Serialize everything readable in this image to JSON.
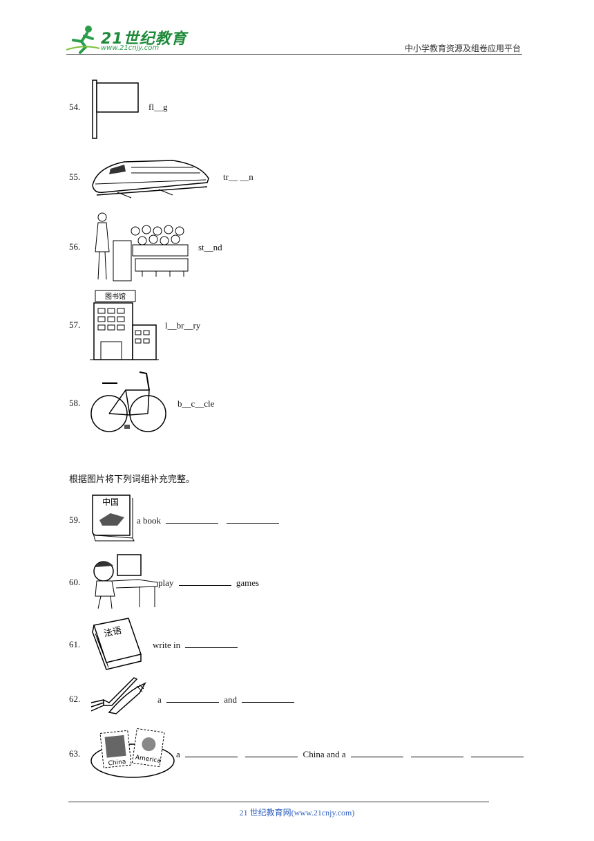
{
  "header": {
    "logo_text": "21世纪教育",
    "logo_url": "www.21cnjy.com",
    "right_text": "中小学教育资源及组卷应用平台"
  },
  "items_spelling": [
    {
      "num": "54.",
      "word": "fl__g",
      "picture": "flag"
    },
    {
      "num": "55.",
      "word": "tr__  __n",
      "picture": "train"
    },
    {
      "num": "56.",
      "word": "st__nd",
      "picture": "students-standing"
    },
    {
      "num": "57.",
      "word": "l__br__ry",
      "picture": "library"
    },
    {
      "num": "58.",
      "word": "b__c__cle",
      "picture": "bicycle"
    }
  ],
  "section_title": "根据图片将下列词组补充完整。",
  "items_phrases": [
    {
      "num": "59.",
      "parts": [
        "a book"
      ],
      "picture": "chinese-book",
      "book_label": "中国"
    },
    {
      "num": "60.",
      "parts": [
        "play",
        "games"
      ],
      "picture": "boy-at-computer"
    },
    {
      "num": "61.",
      "parts": [
        "write in"
      ],
      "picture": "french-book",
      "book_label": "法语"
    },
    {
      "num": "62.",
      "parts": [
        "a",
        "and"
      ],
      "picture": "fork-and-knife"
    },
    {
      "num": "63.",
      "parts": [
        "a",
        "China and a"
      ],
      "picture": "stamps",
      "stamp_labels": [
        "China",
        "America"
      ]
    }
  ],
  "footer": {
    "text": "21 世纪教育网(www.21cnjy.com)"
  }
}
